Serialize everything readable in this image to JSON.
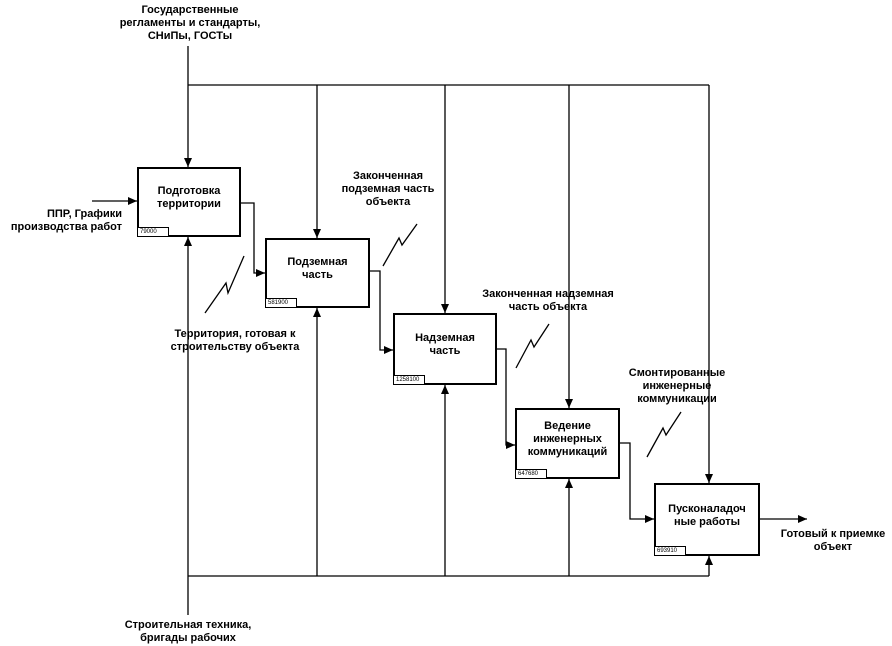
{
  "boxes": [
    {
      "name": "Подготовка\nтерритории",
      "cost": "79000"
    },
    {
      "name": "Подземная\nчасть",
      "cost": "581900"
    },
    {
      "name": "Надземная\nчасть",
      "cost": "1258100"
    },
    {
      "name": "Ведение\nинженерных\nкоммуникаций",
      "cost": "647680"
    },
    {
      "name": "Пусконаладоч\nные работы",
      "cost": "693910"
    }
  ],
  "labels": {
    "control": "Государственные\nрегламенты и стандарты,\nСНиПы, ГОСТы",
    "input": "ППР, Графики\nпроизводства работ",
    "mechanism": "Строительная техника,\nбригады рабочих",
    "output": "Готовый к приемке\nобъект",
    "territory": "Территория, готовая к\nстроительству объекта",
    "underground": "Законченная\nподземная часть\nобъекта",
    "aboveground": "Законченная надземная\nчасть объекта",
    "engineering": "Смонтированные\nинженерные\nкоммуникации"
  }
}
